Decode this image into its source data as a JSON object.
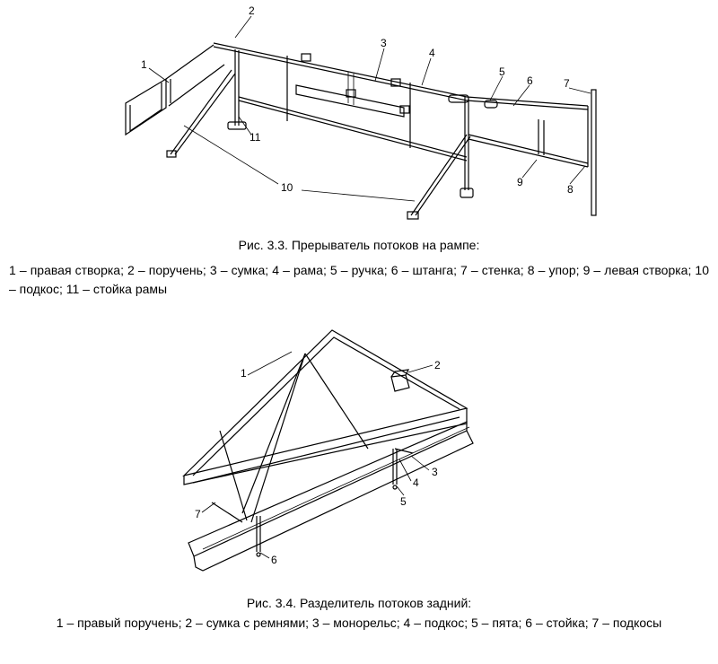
{
  "figure1": {
    "caption": "Рис. 3.3. Прерыватель потоков на рампе:",
    "legend": "1 – правая створка; 2 – поручень; 3 – сумка; 4 – рама; 5 – ручка; 6 – штанга; 7 – стенка; 8 – упор; 9 – левая створка; 10 – подкос; 11 – стойка рамы",
    "callouts": [
      "1",
      "2",
      "3",
      "4",
      "5",
      "6",
      "7",
      "8",
      "9",
      "10",
      "11"
    ]
  },
  "figure2": {
    "caption": "Рис. 3.4. Разделитель потоков задний:",
    "legend": "1 – правый поручень; 2 – сумка с ремнями; 3 – монорельс; 4 – подкос; 5 – пята; 6 – стойка; 7 – подкосы",
    "callouts": [
      "1",
      "2",
      "3",
      "4",
      "5",
      "6",
      "7"
    ]
  }
}
